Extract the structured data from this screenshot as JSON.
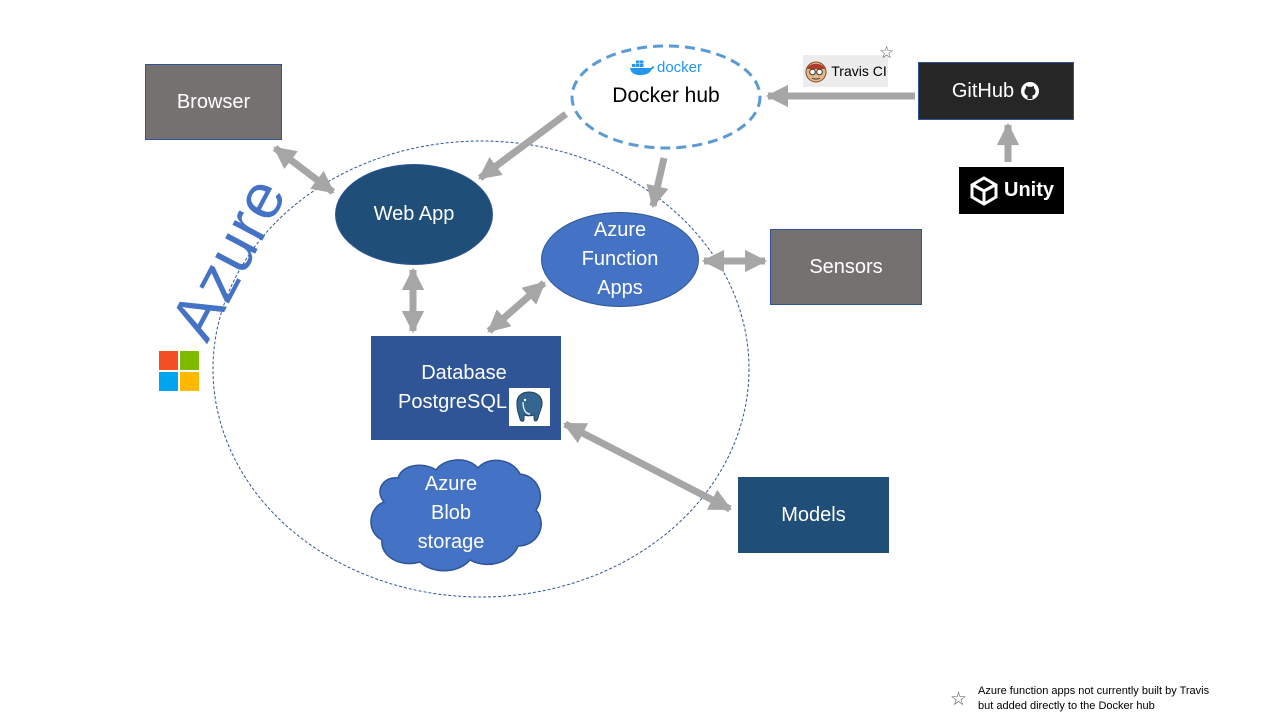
{
  "azure": {
    "label": "Azure"
  },
  "nodes": {
    "browser": "Browser",
    "docker_hub": "Docker hub",
    "docker_logo": "docker",
    "travis": "Travis CI",
    "github": "GitHub",
    "unity": "Unity",
    "web_app": "Web App",
    "function_apps": [
      "Azure",
      "Function",
      "Apps"
    ],
    "sensors": "Sensors",
    "database": [
      "Database",
      "PostgreSQL"
    ],
    "blob_storage": [
      "Azure",
      "Blob",
      "storage"
    ],
    "models": "Models"
  },
  "footnote": {
    "star": "☆",
    "line1": "Azure function apps not currently built by Travis",
    "line2": "but added directly to the  Docker hub"
  },
  "colors": {
    "grey_box": "#767171",
    "dark_box": "#262626",
    "navy": "#1f4e79",
    "blue": "#4472c4",
    "db_blue": "#2f5597",
    "azure_text": "#4472c4",
    "arrow": "#a6a6a6",
    "dashed_ring": "#5b9bd5"
  }
}
